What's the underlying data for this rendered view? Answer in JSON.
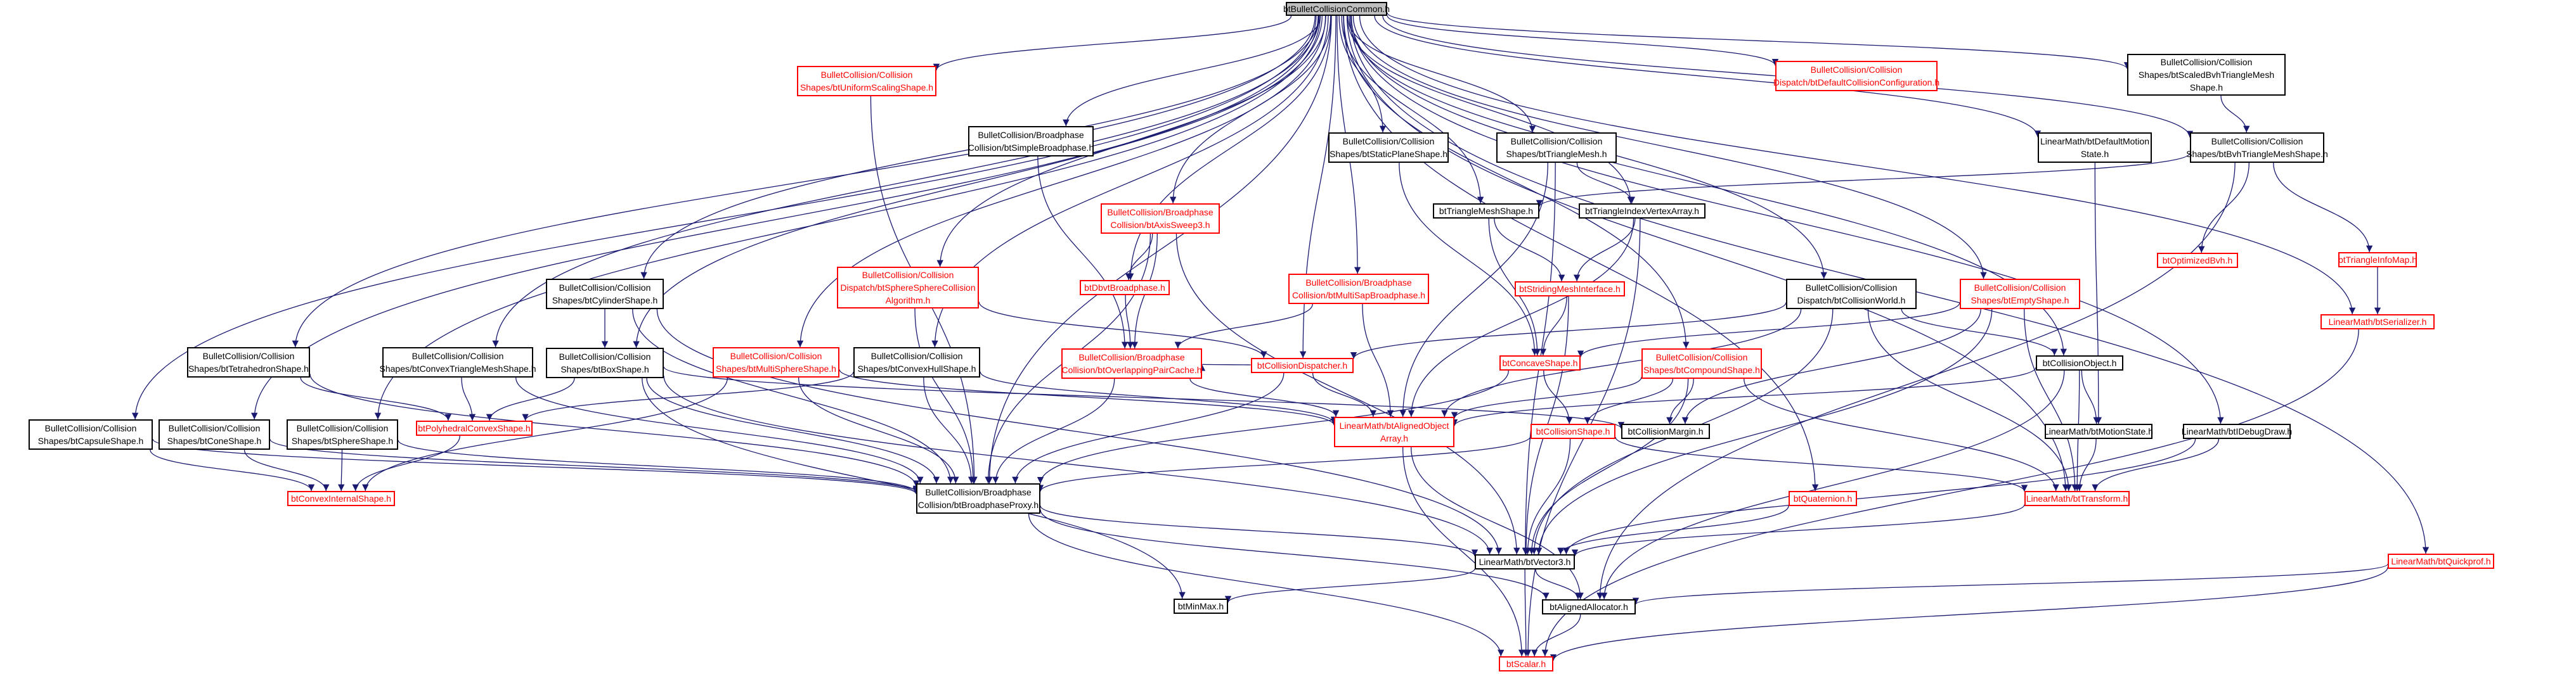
{
  "colors": {
    "edge": "#191970",
    "edge_alt": "#000080",
    "missing": "#ff0000",
    "node_border": "#000000",
    "root_fill": "#bfbfbf"
  },
  "nodes": [
    {
      "id": "root",
      "label": "btBulletCollisionCommon.h",
      "kind": "root"
    },
    {
      "id": "uniform",
      "label": "BulletCollision/Collision\nShapes/btUniformScalingShape.h",
      "kind": "missing"
    },
    {
      "id": "defcoll",
      "label": "BulletCollision/Collision\nDispatch/btDefaultCollisionConfiguration.h",
      "kind": "missing"
    },
    {
      "id": "scaledbvh",
      "label": "BulletCollision/Collision\nShapes/btScaledBvhTriangleMesh\nShape.h",
      "kind": "normal"
    },
    {
      "id": "simplebp",
      "label": "BulletCollision/Broadphase\nCollision/btSimpleBroadphase.h",
      "kind": "normal"
    },
    {
      "id": "staticplane",
      "label": "BulletCollision/Collision\nShapes/btStaticPlaneShape.h",
      "kind": "normal"
    },
    {
      "id": "trimesh",
      "label": "BulletCollision/Collision\nShapes/btTriangleMesh.h",
      "kind": "normal"
    },
    {
      "id": "defmotion",
      "label": "LinearMath/btDefaultMotion\nState.h",
      "kind": "normal"
    },
    {
      "id": "bvhtri",
      "label": "BulletCollision/Collision\nShapes/btBvhTriangleMeshShape.h",
      "kind": "normal"
    },
    {
      "id": "axis",
      "label": "BulletCollision/Broadphase\nCollision/btAxisSweep3.h",
      "kind": "missing"
    },
    {
      "id": "trimeshshape",
      "label": "btTriangleMeshShape.h",
      "kind": "normal"
    },
    {
      "id": "trivertex",
      "label": "btTriangleIndexVertexArray.h",
      "kind": "normal"
    },
    {
      "id": "optbvh",
      "label": "btOptimizedBvh.h",
      "kind": "missing"
    },
    {
      "id": "triinfo",
      "label": "btTriangleInfoMap.h",
      "kind": "missing"
    },
    {
      "id": "sphsph",
      "label": "BulletCollision/Collision\nDispatch/btSphereSphereCollision\nAlgorithm.h",
      "kind": "missing"
    },
    {
      "id": "dbvtbp",
      "label": "btDbvtBroadphase.h",
      "kind": "missing"
    },
    {
      "id": "multisap",
      "label": "BulletCollision/Broadphase\nCollision/btMultiSapBroadphase.h",
      "kind": "missing"
    },
    {
      "id": "stridingmesh",
      "label": "btStridingMeshInterface.h",
      "kind": "missing"
    },
    {
      "id": "collworld",
      "label": "BulletCollision/Collision\nDispatch/btCollisionWorld.h",
      "kind": "normal"
    },
    {
      "id": "empty",
      "label": "BulletCollision/Collision\nShapes/btEmptyShape.h",
      "kind": "missing"
    },
    {
      "id": "serializer",
      "label": "LinearMath/btSerializer.h",
      "kind": "missing"
    },
    {
      "id": "cylinder",
      "label": "BulletCollision/Collision\nShapes/btCylinderShape.h",
      "kind": "normal"
    },
    {
      "id": "tetra",
      "label": "BulletCollision/Collision\nShapes/btTetrahedronShape.h",
      "kind": "normal"
    },
    {
      "id": "convextri",
      "label": "BulletCollision/Collision\nShapes/btConvexTriangleMeshShape.h",
      "kind": "normal"
    },
    {
      "id": "box",
      "label": "BulletCollision/Collision\nShapes/btBoxShape.h",
      "kind": "normal"
    },
    {
      "id": "multisphere",
      "label": "BulletCollision/Collision\nShapes/btMultiSphereShape.h",
      "kind": "missing"
    },
    {
      "id": "convexhull",
      "label": "BulletCollision/Collision\nShapes/btConvexHullShape.h",
      "kind": "normal"
    },
    {
      "id": "overlapping",
      "label": "BulletCollision/Broadphase\nCollision/btOverlappingPairCache.h",
      "kind": "missing"
    },
    {
      "id": "colldispatcher",
      "label": "btCollisionDispatcher.h",
      "kind": "missing"
    },
    {
      "id": "concave",
      "label": "btConcaveShape.h",
      "kind": "missing"
    },
    {
      "id": "compound",
      "label": "BulletCollision/Collision\nShapes/btCompoundShape.h",
      "kind": "missing"
    },
    {
      "id": "collobj",
      "label": "btCollisionObject.h",
      "kind": "normal"
    },
    {
      "id": "capsule",
      "label": "BulletCollision/Collision\nShapes/btCapsuleShape.h",
      "kind": "normal"
    },
    {
      "id": "cone",
      "label": "BulletCollision/Collision\nShapes/btConeShape.h",
      "kind": "normal"
    },
    {
      "id": "sphere",
      "label": "BulletCollision/Collision\nShapes/btSphereShape.h",
      "kind": "normal"
    },
    {
      "id": "polyhedral",
      "label": "btPolyhedralConvexShape.h",
      "kind": "missing"
    },
    {
      "id": "alignedobj",
      "label": "LinearMath/btAlignedObject\nArray.h",
      "kind": "missing"
    },
    {
      "id": "collshape",
      "label": "btCollisionShape.h",
      "kind": "missing"
    },
    {
      "id": "collmargin",
      "label": "btCollisionMargin.h",
      "kind": "normal"
    },
    {
      "id": "motionstate",
      "label": "LinearMath/btMotionState.h",
      "kind": "normal"
    },
    {
      "id": "debugdraw",
      "label": "LinearMath/btIDebugDraw.h",
      "kind": "normal"
    },
    {
      "id": "convexinternal",
      "label": "btConvexInternalShape.h",
      "kind": "missing"
    },
    {
      "id": "bproxy",
      "label": "BulletCollision/Broadphase\nCollision/btBroadphaseProxy.h",
      "kind": "normal"
    },
    {
      "id": "quaternion",
      "label": "btQuaternion.h",
      "kind": "missing"
    },
    {
      "id": "transform",
      "label": "LinearMath/btTransform.h",
      "kind": "missing"
    },
    {
      "id": "vector3",
      "label": "LinearMath/btVector3.h",
      "kind": "normal"
    },
    {
      "id": "quickprof",
      "label": "LinearMath/btQuickprof.h",
      "kind": "missing"
    },
    {
      "id": "minmax",
      "label": "btMinMax.h",
      "kind": "normal"
    },
    {
      "id": "alignedalloc",
      "label": "btAlignedAllocator.h",
      "kind": "normal"
    },
    {
      "id": "scalar",
      "label": "btScalar.h",
      "kind": "missing"
    }
  ],
  "edges": [
    [
      "root",
      "uniform"
    ],
    [
      "root",
      "defcoll"
    ],
    [
      "root",
      "scaledbvh"
    ],
    [
      "root",
      "simplebp"
    ],
    [
      "root",
      "staticplane"
    ],
    [
      "root",
      "trimesh"
    ],
    [
      "root",
      "defmotion"
    ],
    [
      "root",
      "bvhtri"
    ],
    [
      "root",
      "axis"
    ],
    [
      "root",
      "trimeshshape"
    ],
    [
      "root",
      "trivertex"
    ],
    [
      "root",
      "sphsph"
    ],
    [
      "root",
      "dbvtbp"
    ],
    [
      "root",
      "multisap"
    ],
    [
      "root",
      "collworld"
    ],
    [
      "root",
      "empty"
    ],
    [
      "root",
      "serializer"
    ],
    [
      "root",
      "cylinder"
    ],
    [
      "root",
      "tetra"
    ],
    [
      "root",
      "convextri"
    ],
    [
      "root",
      "box"
    ],
    [
      "root",
      "multisphere"
    ],
    [
      "root",
      "convexhull"
    ],
    [
      "root",
      "colldispatcher"
    ],
    [
      "root",
      "compound"
    ],
    [
      "root",
      "collobj"
    ],
    [
      "root",
      "capsule"
    ],
    [
      "root",
      "cone"
    ],
    [
      "root",
      "sphere"
    ],
    [
      "root",
      "debugdraw"
    ],
    [
      "root",
      "quaternion"
    ],
    [
      "root",
      "transform"
    ],
    [
      "root",
      "quickprof"
    ],
    [
      "root",
      "bproxy"
    ],
    [
      "scaledbvh",
      "bvhtri"
    ],
    [
      "bvhtri",
      "trimeshshape"
    ],
    [
      "bvhtri",
      "optbvh"
    ],
    [
      "bvhtri",
      "triinfo"
    ],
    [
      "bvhtri",
      "alignedalloc"
    ],
    [
      "triinfo",
      "serializer"
    ],
    [
      "serializer",
      "scalar"
    ],
    [
      "trimesh",
      "trivertex"
    ],
    [
      "trimesh",
      "alignedobj"
    ],
    [
      "trimesh",
      "vector3"
    ],
    [
      "trivertex",
      "stridingmesh"
    ],
    [
      "trivertex",
      "alignedobj"
    ],
    [
      "trivertex",
      "scalar"
    ],
    [
      "trimeshshape",
      "stridingmesh"
    ],
    [
      "trimeshshape",
      "concave"
    ],
    [
      "stridingmesh",
      "concave"
    ],
    [
      "stridingmesh",
      "vector3"
    ],
    [
      "defmotion",
      "motionstate"
    ],
    [
      "motionstate",
      "transform"
    ],
    [
      "simplebp",
      "overlapping"
    ],
    [
      "uniform",
      "bproxy"
    ],
    [
      "staticplane",
      "concave"
    ],
    [
      "axis",
      "dbvtbp"
    ],
    [
      "axis",
      "overlapping"
    ],
    [
      "axis",
      "bproxy"
    ],
    [
      "axis",
      "vector3"
    ],
    [
      "dbvtbp",
      "overlapping"
    ],
    [
      "multisap",
      "overlapping"
    ],
    [
      "multisap",
      "alignedobj"
    ],
    [
      "sphsph",
      "colldispatcher"
    ],
    [
      "sphsph",
      "bproxy"
    ],
    [
      "collworld",
      "collobj"
    ],
    [
      "collworld",
      "colldispatcher"
    ],
    [
      "collworld",
      "alignedobj"
    ],
    [
      "collworld",
      "vector3"
    ],
    [
      "collworld",
      "transform"
    ],
    [
      "empty",
      "concave"
    ],
    [
      "empty",
      "collmargin"
    ],
    [
      "empty",
      "vector3"
    ],
    [
      "empty",
      "transform"
    ],
    [
      "colldispatcher",
      "overlapping"
    ],
    [
      "colldispatcher",
      "alignedobj"
    ],
    [
      "colldispatcher",
      "bproxy"
    ],
    [
      "overlapping",
      "bproxy"
    ],
    [
      "overlapping",
      "alignedobj"
    ],
    [
      "concave",
      "collshape"
    ],
    [
      "concave",
      "bproxy"
    ],
    [
      "compound",
      "collshape"
    ],
    [
      "compound",
      "alignedobj"
    ],
    [
      "compound",
      "collmargin"
    ],
    [
      "compound",
      "vector3"
    ],
    [
      "compound",
      "transform"
    ],
    [
      "collobj",
      "alignedobj"
    ],
    [
      "collobj",
      "motionstate"
    ],
    [
      "collobj",
      "transform"
    ],
    [
      "collobj",
      "alignedalloc"
    ],
    [
      "collshape",
      "bproxy"
    ],
    [
      "collshape",
      "vector3"
    ],
    [
      "collshape",
      "transform"
    ],
    [
      "cylinder",
      "box"
    ],
    [
      "cylinder",
      "bproxy"
    ],
    [
      "cylinder",
      "vector3"
    ],
    [
      "box",
      "polyhedral"
    ],
    [
      "box",
      "collmargin"
    ],
    [
      "box",
      "bproxy"
    ],
    [
      "box",
      "vector3"
    ],
    [
      "box",
      "minmax"
    ],
    [
      "tetra",
      "polyhedral"
    ],
    [
      "tetra",
      "bproxy"
    ],
    [
      "convextri",
      "polyhedral"
    ],
    [
      "convextri",
      "bproxy"
    ],
    [
      "multisphere",
      "convexinternal"
    ],
    [
      "multisphere",
      "alignedobj"
    ],
    [
      "multisphere",
      "bproxy"
    ],
    [
      "convexhull",
      "polyhedral"
    ],
    [
      "convexhull",
      "bproxy"
    ],
    [
      "convexhull",
      "alignedobj"
    ],
    [
      "polyhedral",
      "convexinternal"
    ],
    [
      "capsule",
      "convexinternal"
    ],
    [
      "capsule",
      "bproxy"
    ],
    [
      "cone",
      "convexinternal"
    ],
    [
      "cone",
      "bproxy"
    ],
    [
      "sphere",
      "convexinternal"
    ],
    [
      "sphere",
      "bproxy"
    ],
    [
      "alignedobj",
      "alignedalloc"
    ],
    [
      "alignedobj",
      "scalar"
    ],
    [
      "bproxy",
      "vector3"
    ],
    [
      "bproxy",
      "alignedalloc"
    ],
    [
      "bproxy",
      "scalar"
    ],
    [
      "debugdraw",
      "transform"
    ],
    [
      "debugdraw",
      "vector3"
    ],
    [
      "quaternion",
      "vector3"
    ],
    [
      "transform",
      "vector3"
    ],
    [
      "vector3",
      "minmax"
    ],
    [
      "vector3",
      "alignedalloc"
    ],
    [
      "vector3",
      "scalar"
    ],
    [
      "alignedalloc",
      "scalar"
    ],
    [
      "quickprof",
      "alignedalloc"
    ],
    [
      "quickprof",
      "scalar"
    ]
  ]
}
